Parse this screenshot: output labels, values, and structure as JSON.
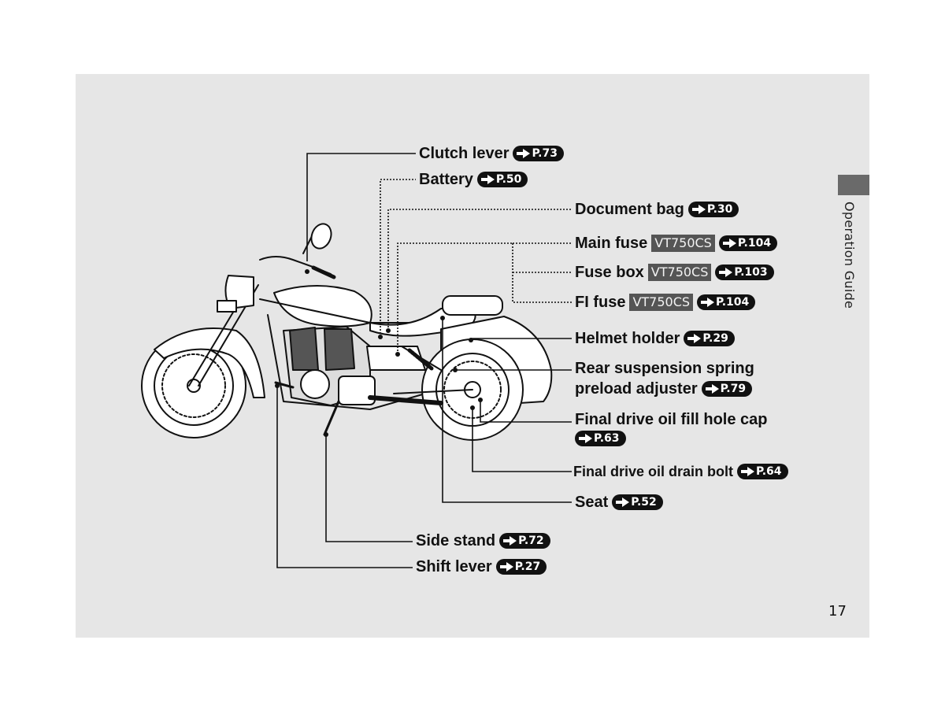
{
  "side_label": "Operation Guide",
  "page_number": "17",
  "labels": [
    {
      "id": "clutch-lever",
      "text": "Clutch lever",
      "ref": "P.73"
    },
    {
      "id": "battery",
      "text": "Battery",
      "ref": "P.50"
    },
    {
      "id": "document-bag",
      "text": "Document bag",
      "ref": "P.30"
    },
    {
      "id": "main-fuse",
      "text": "Main fuse",
      "model": "VT750CS",
      "ref": "P.104"
    },
    {
      "id": "fuse-box",
      "text": "Fuse box",
      "model": "VT750CS",
      "ref": "P.103"
    },
    {
      "id": "fi-fuse",
      "text": "FI fuse",
      "model": "VT750CS",
      "ref": "P.104"
    },
    {
      "id": "helmet-holder",
      "text": "Helmet holder",
      "ref": "P.29"
    },
    {
      "id": "rear-suspension",
      "line1": "Rear suspension spring",
      "line2": "preload adjuster",
      "ref": "P.79"
    },
    {
      "id": "final-drive-fill",
      "text": "Final drive oil fill hole cap",
      "ref": "P.63"
    },
    {
      "id": "final-drive-drain",
      "text": "Final drive oil drain bolt",
      "ref": "P.64"
    },
    {
      "id": "seat",
      "text": "Seat",
      "ref": "P.52"
    },
    {
      "id": "side-stand",
      "text": "Side stand",
      "ref": "P.72"
    },
    {
      "id": "shift-lever",
      "text": "Shift lever",
      "ref": "P.27"
    }
  ]
}
